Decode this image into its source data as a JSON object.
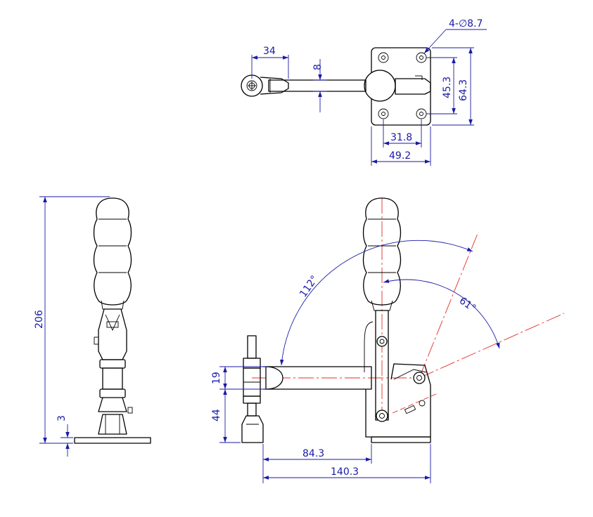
{
  "colors": {
    "outline": "#000000",
    "dimension": "#1a1aa6",
    "centerline": "#e0302a",
    "background": "#ffffff"
  },
  "top_view": {
    "dim_width_34": "34",
    "dim_arm_8": "8",
    "dim_holes": "4-∅8.7",
    "dim_vertical_45_3": "45.3",
    "dim_vertical_64_3": "64.3",
    "dim_horizontal_31_8": "31.8",
    "dim_horizontal_49_2": "49.2"
  },
  "side_view": {
    "dim_height_206": "206",
    "dim_base_3": "3"
  },
  "front_view": {
    "dim_angle_112": "112°",
    "dim_angle_61": "61°",
    "dim_19": "19",
    "dim_44": "44",
    "dim_84_3": "84.3",
    "dim_140_3": "140.3"
  }
}
